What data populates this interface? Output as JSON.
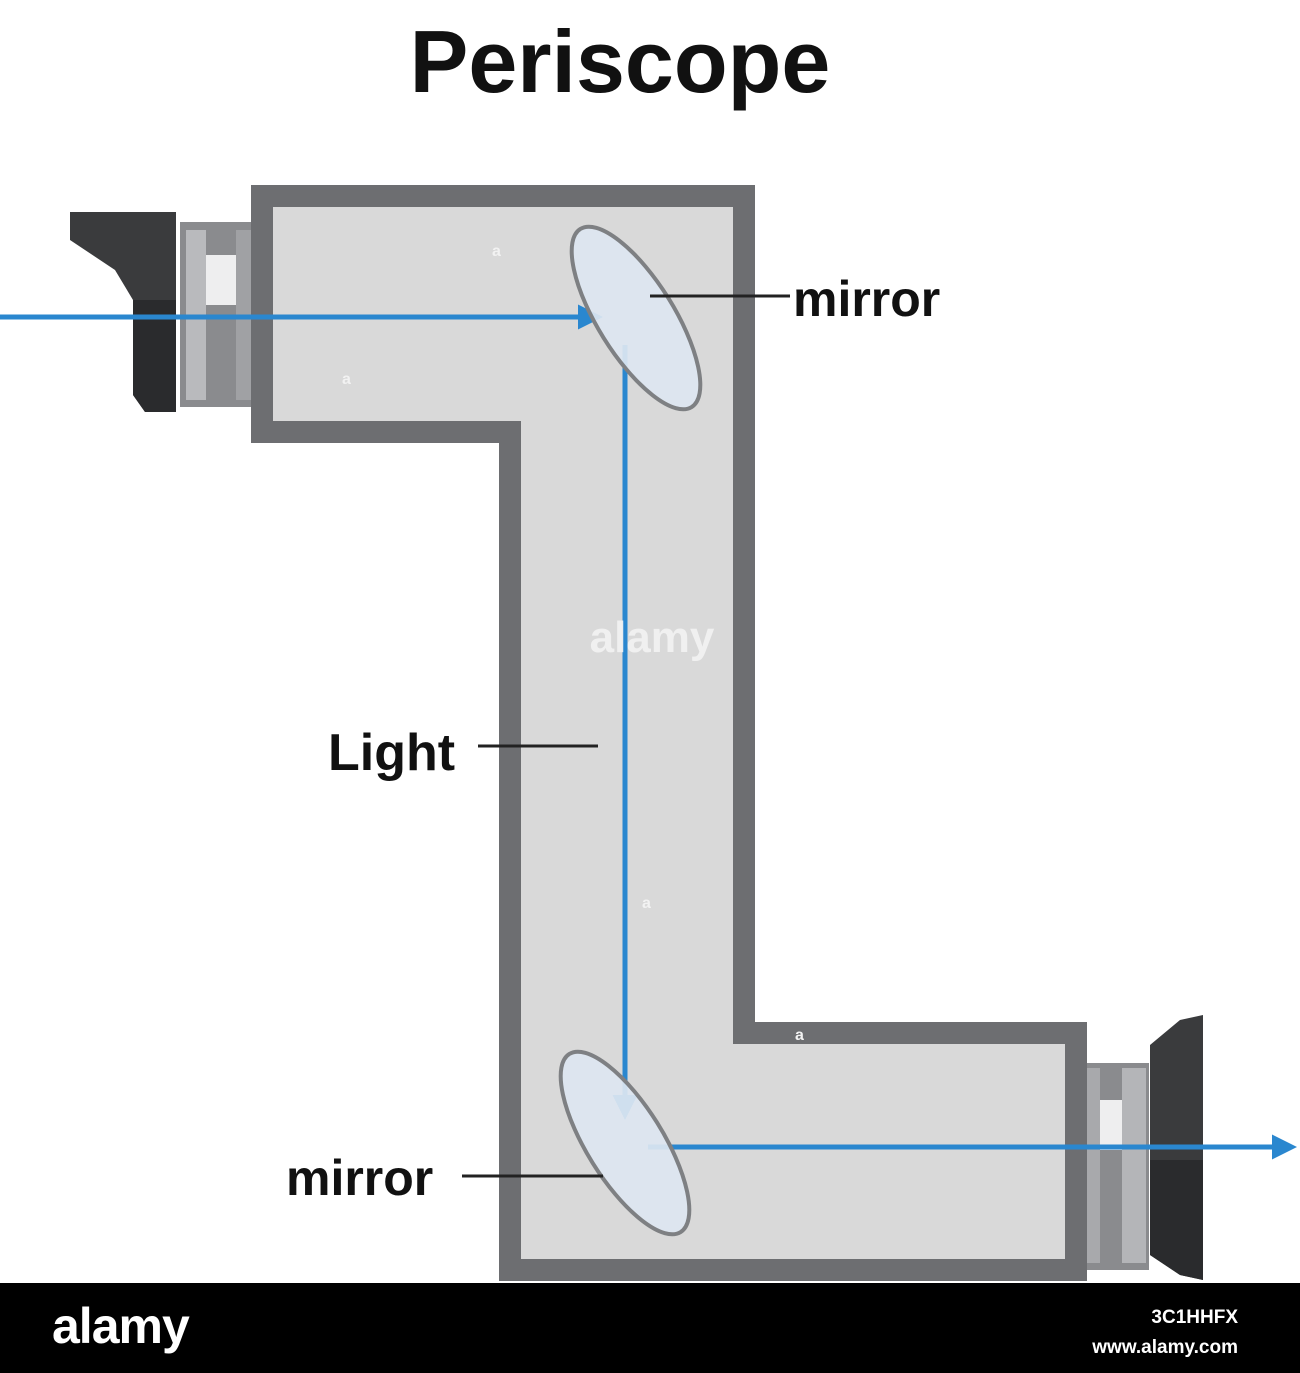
{
  "title": "Periscope",
  "labels": {
    "mirror_top": "mirror",
    "mirror_bottom": "mirror",
    "light": "Light"
  },
  "watermarks": {
    "center": "alamy",
    "small": "a"
  },
  "footer": {
    "logo": "alamy",
    "image_id": "3C1HHFX",
    "site": "www.alamy.com"
  },
  "colors": {
    "tube_fill": "#d9d9d9",
    "tube_outline": "#6d6e71",
    "light_ray": "#2a87cf",
    "mirror_fill": "#dde6f1",
    "mirror_outline": "#7e8083",
    "eyepiece_dark": "#3a3b3d",
    "footer_bg": "#000000"
  }
}
